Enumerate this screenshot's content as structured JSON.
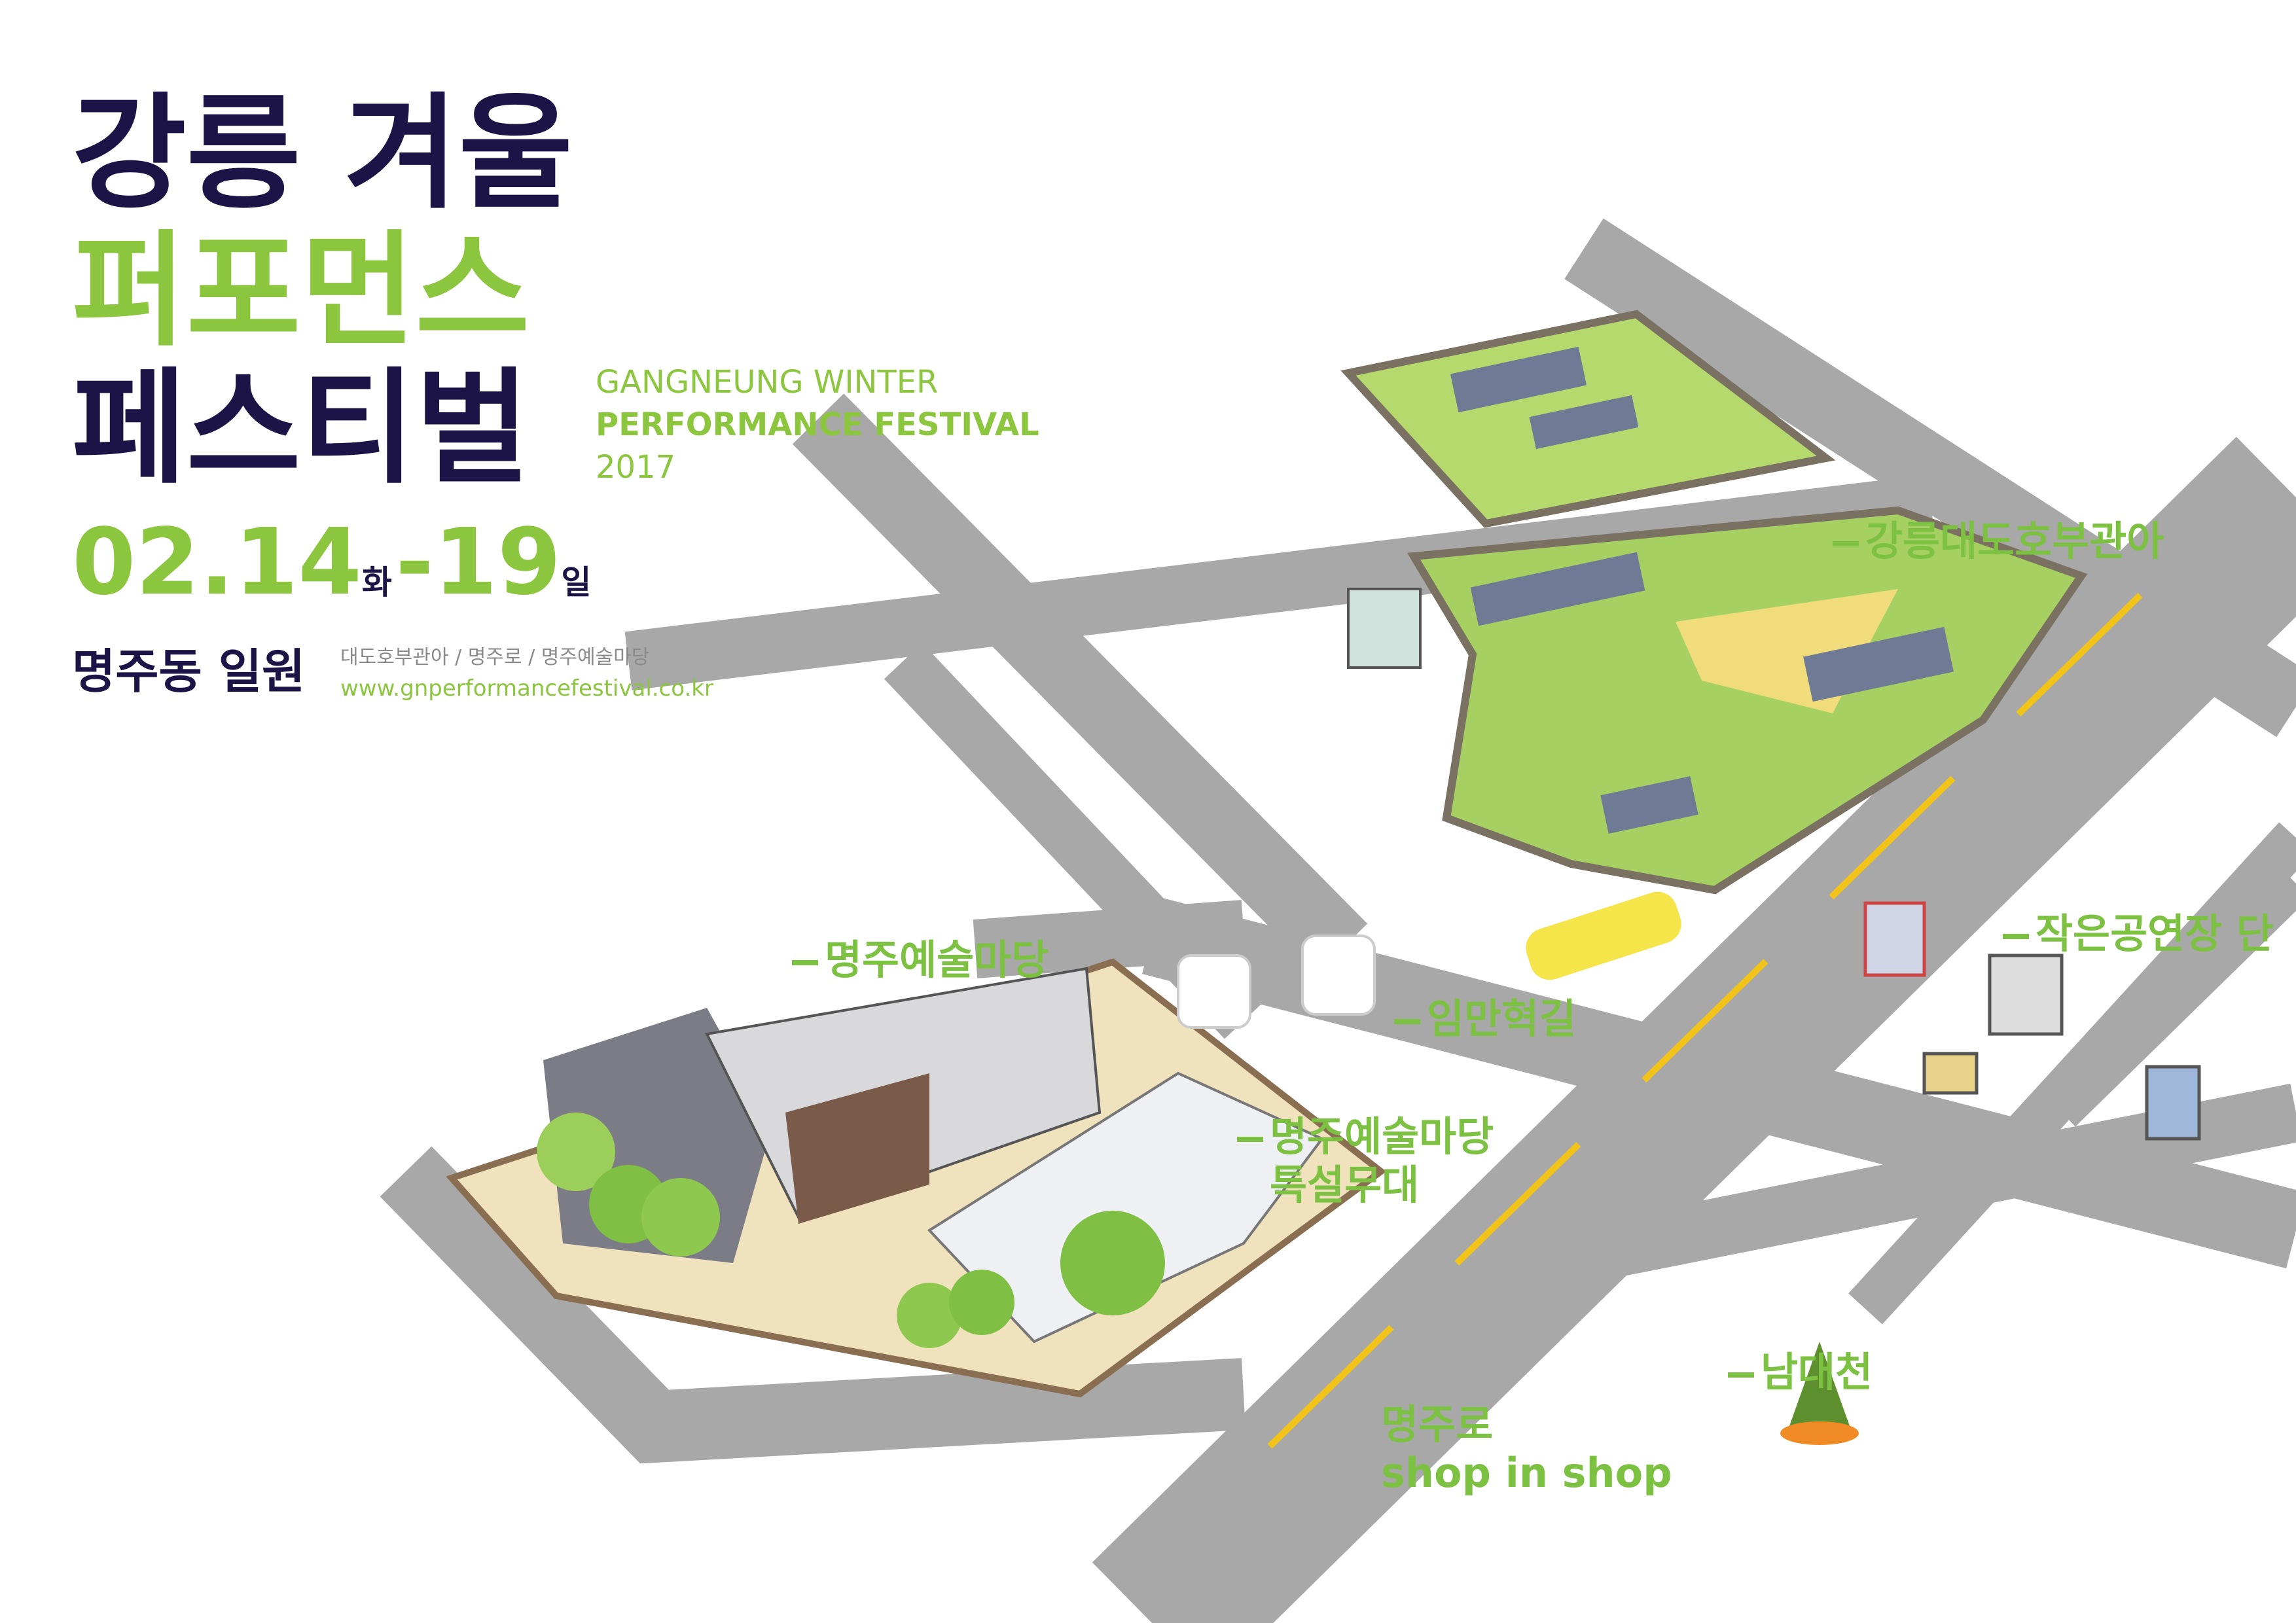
{
  "header": {
    "title_line1": "강릉 겨울",
    "title_line2": "퍼포먼스",
    "title_line3": "페스티벌",
    "english_line1": "GANGNEUNG WINTER",
    "english_line2": "PERFORMANCE FESTIVAL",
    "year": "2017",
    "date_start": "02.14",
    "day_start": "화",
    "date_end": "-19",
    "day_end": "일",
    "location": "명주동 일원",
    "venues": "대도호부관아 / 명주로 / 명주예술마당",
    "website": "www.gnperformancefestival.co.kr"
  },
  "map": {
    "labels": [
      {
        "id": "gwana",
        "text": "강릉대도호부관아"
      },
      {
        "id": "small-stage",
        "text": "작은공연장 단"
      },
      {
        "id": "art-madang",
        "text": "명주예술마당"
      },
      {
        "id": "lim-street",
        "text": "임만혁길"
      },
      {
        "id": "special-stage-1",
        "text": "명주예술마당"
      },
      {
        "id": "special-stage-2",
        "text": "특설무대"
      },
      {
        "id": "myeongju-ro",
        "text": "명주로"
      },
      {
        "id": "shop",
        "text": "shop in shop"
      },
      {
        "id": "namdaecheon",
        "text": "남대천"
      }
    ],
    "colors": {
      "road": "#a8a8a8",
      "grass": "#9acd52",
      "label": "#7dc143",
      "navy": "#1c1446"
    }
  }
}
